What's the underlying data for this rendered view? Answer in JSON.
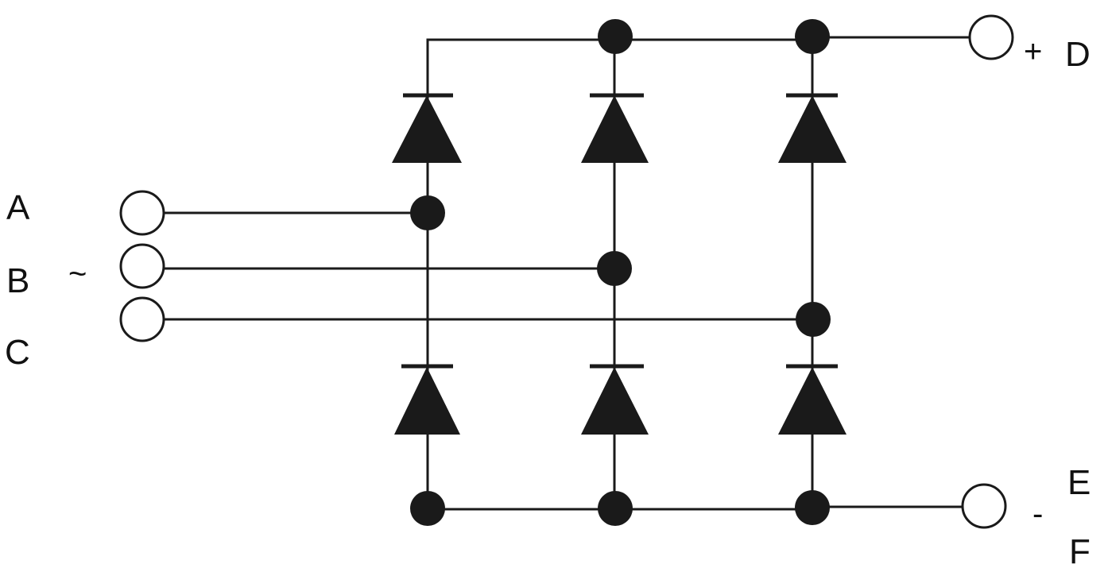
{
  "diagram": {
    "input_labels": {
      "a": "A",
      "b": "B",
      "c": "C",
      "ac_symbol": "~"
    },
    "output_labels": {
      "d": "D",
      "e": "E",
      "f": "F",
      "plus": "+",
      "minus": "-"
    },
    "colors": {
      "ink": "#1a1a1a",
      "background": "#ffffff"
    }
  }
}
